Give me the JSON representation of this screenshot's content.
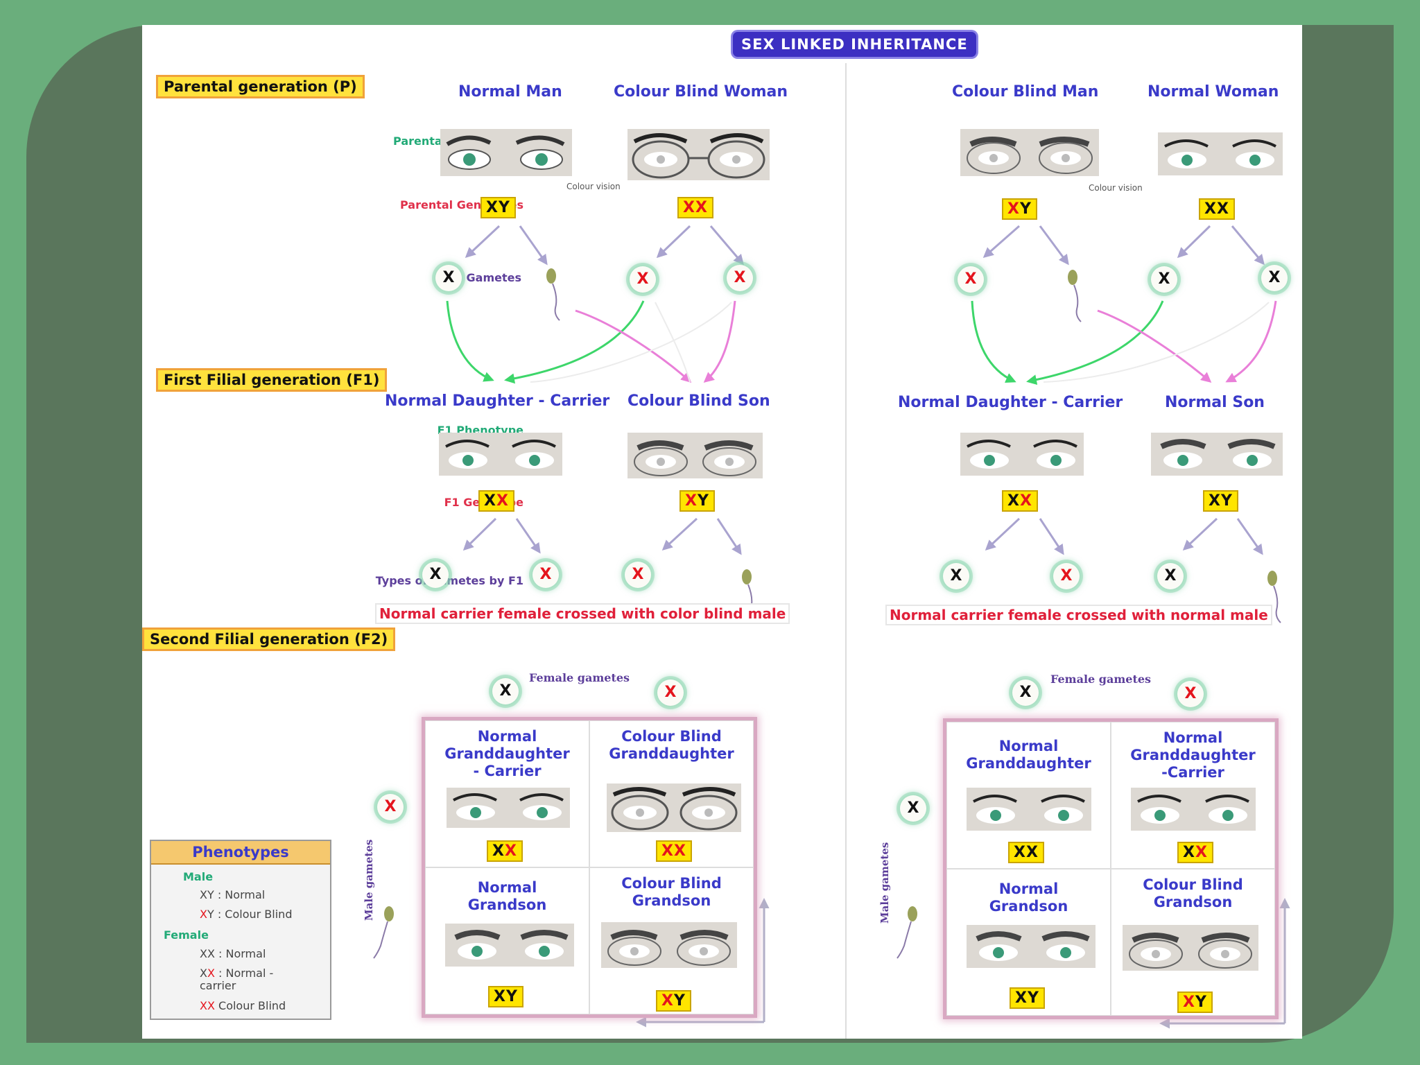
{
  "title": "SEX LINKED INHERITANCE",
  "generations": {
    "p": "Parental generation (P)",
    "f1": "First Filial generation (F1)",
    "f2": "Second Filial generation (F2)"
  },
  "row_labels": {
    "parental_phenotypes": "Parental Phenotypes",
    "parental_genotypes": "Parental Genotypes",
    "gametes": "Gametes",
    "f1_phenotype": "F1 Phenotype",
    "f1_genotype": "F1 Genotype",
    "f1_gametes": "Types of gametes by F1"
  },
  "colour_vision_label": "Colour vision",
  "female_gametes_label": "Female gametes",
  "male_gametes_label": "Male gametes",
  "left": {
    "parent1": "Normal Man",
    "parent2": "Colour Blind Woman",
    "f1_child1": "Normal Daughter - Carrier",
    "f1_child2": "Colour Blind Son",
    "cross": "Normal carrier female crossed with color blind male",
    "punnett": {
      "tl": "Normal Granddaughter - Carrier",
      "tr": "Colour Blind Granddaughter",
      "bl": "Normal Grandson",
      "br": "Colour Blind Grandson"
    }
  },
  "right": {
    "parent1": "Colour Blind Man",
    "parent2": "Normal Woman",
    "f1_child1": "Normal Daughter - Carrier",
    "f1_child2": "Normal Son",
    "cross": "Normal carrier female crossed with normal male",
    "punnett": {
      "tl": "Normal Granddaughter",
      "tr": "Normal Granddaughter -Carrier",
      "bl": "Normal Grandson",
      "br": "Colour Blind Grandson"
    }
  },
  "legend": {
    "title": "Phenotypes",
    "male": "Male",
    "female": "Female",
    "xy_normal": ": Normal",
    "xy_cb": ": Colour Blind",
    "xx_normal": ": Normal",
    "xx_carrier": ": Normal - carrier",
    "xx_cb": "Colour Blind"
  },
  "colors": {
    "background": "#6aae7c",
    "frame": "#5a765c",
    "title": "#3c2fc2",
    "genotype_box": "#ffe500",
    "affected_x": "#e4141c",
    "green_arrow": "#3dd66a",
    "pink_arrow": "#e97fd8",
    "grey_arrow": "#a9a3cf"
  }
}
